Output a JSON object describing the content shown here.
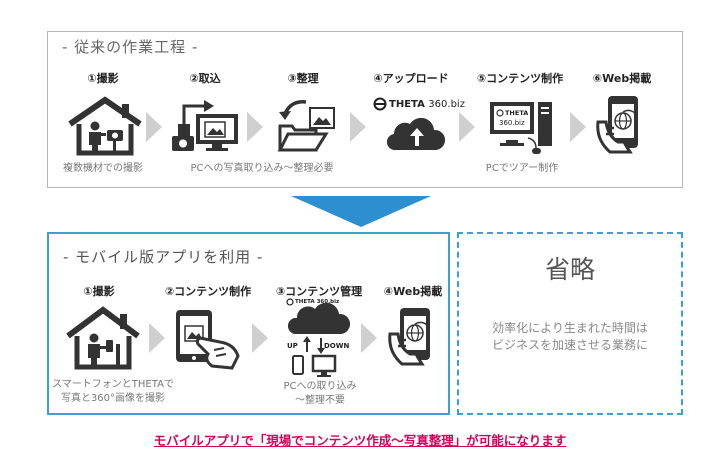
{
  "old_process": {
    "title": "- 従来の作業工程 -",
    "steps": [
      {
        "label": "①撮影"
      },
      {
        "label": "②取込"
      },
      {
        "label": "③整理"
      },
      {
        "label": "④アップロード"
      },
      {
        "label": "⑤コンテンツ制作"
      },
      {
        "label": "⑥Web掲載"
      }
    ],
    "captions": {
      "shooting": "複数機材での撮影",
      "import": "PCへの写真取り込み～整理必要",
      "production": "PCでツアー制作"
    },
    "theta_logo": "THETA",
    "theta_domain": "360.biz",
    "theta_screen_line1": "THETA",
    "theta_screen_line2": "360.biz"
  },
  "arrow_color": "#2e8fd0",
  "new_process": {
    "title": "- モバイル版アプリを利用 -",
    "steps": [
      {
        "label": "①撮影"
      },
      {
        "label": "②コンテンツ制作"
      },
      {
        "label": "③コンテンツ管理"
      },
      {
        "label": "④Web掲載"
      }
    ],
    "captions": {
      "shooting_line1": "スマートフォンとTHETAで",
      "shooting_line2": "写真と360°画像を撮影",
      "manage_line1": "PCへの取り込み",
      "manage_line2": "～整理不要"
    },
    "up_label": "UP",
    "down_label": "DOWN",
    "theta_small": "THETA 360.biz"
  },
  "omitted": {
    "title": "省略",
    "desc_line1": "効率化により生まれた時間は",
    "desc_line2": "ビジネスを加速させる業務に"
  },
  "bottom_note": "モバイルアプリで「現場でコンテンツ作成～写真整理」が可能になります"
}
